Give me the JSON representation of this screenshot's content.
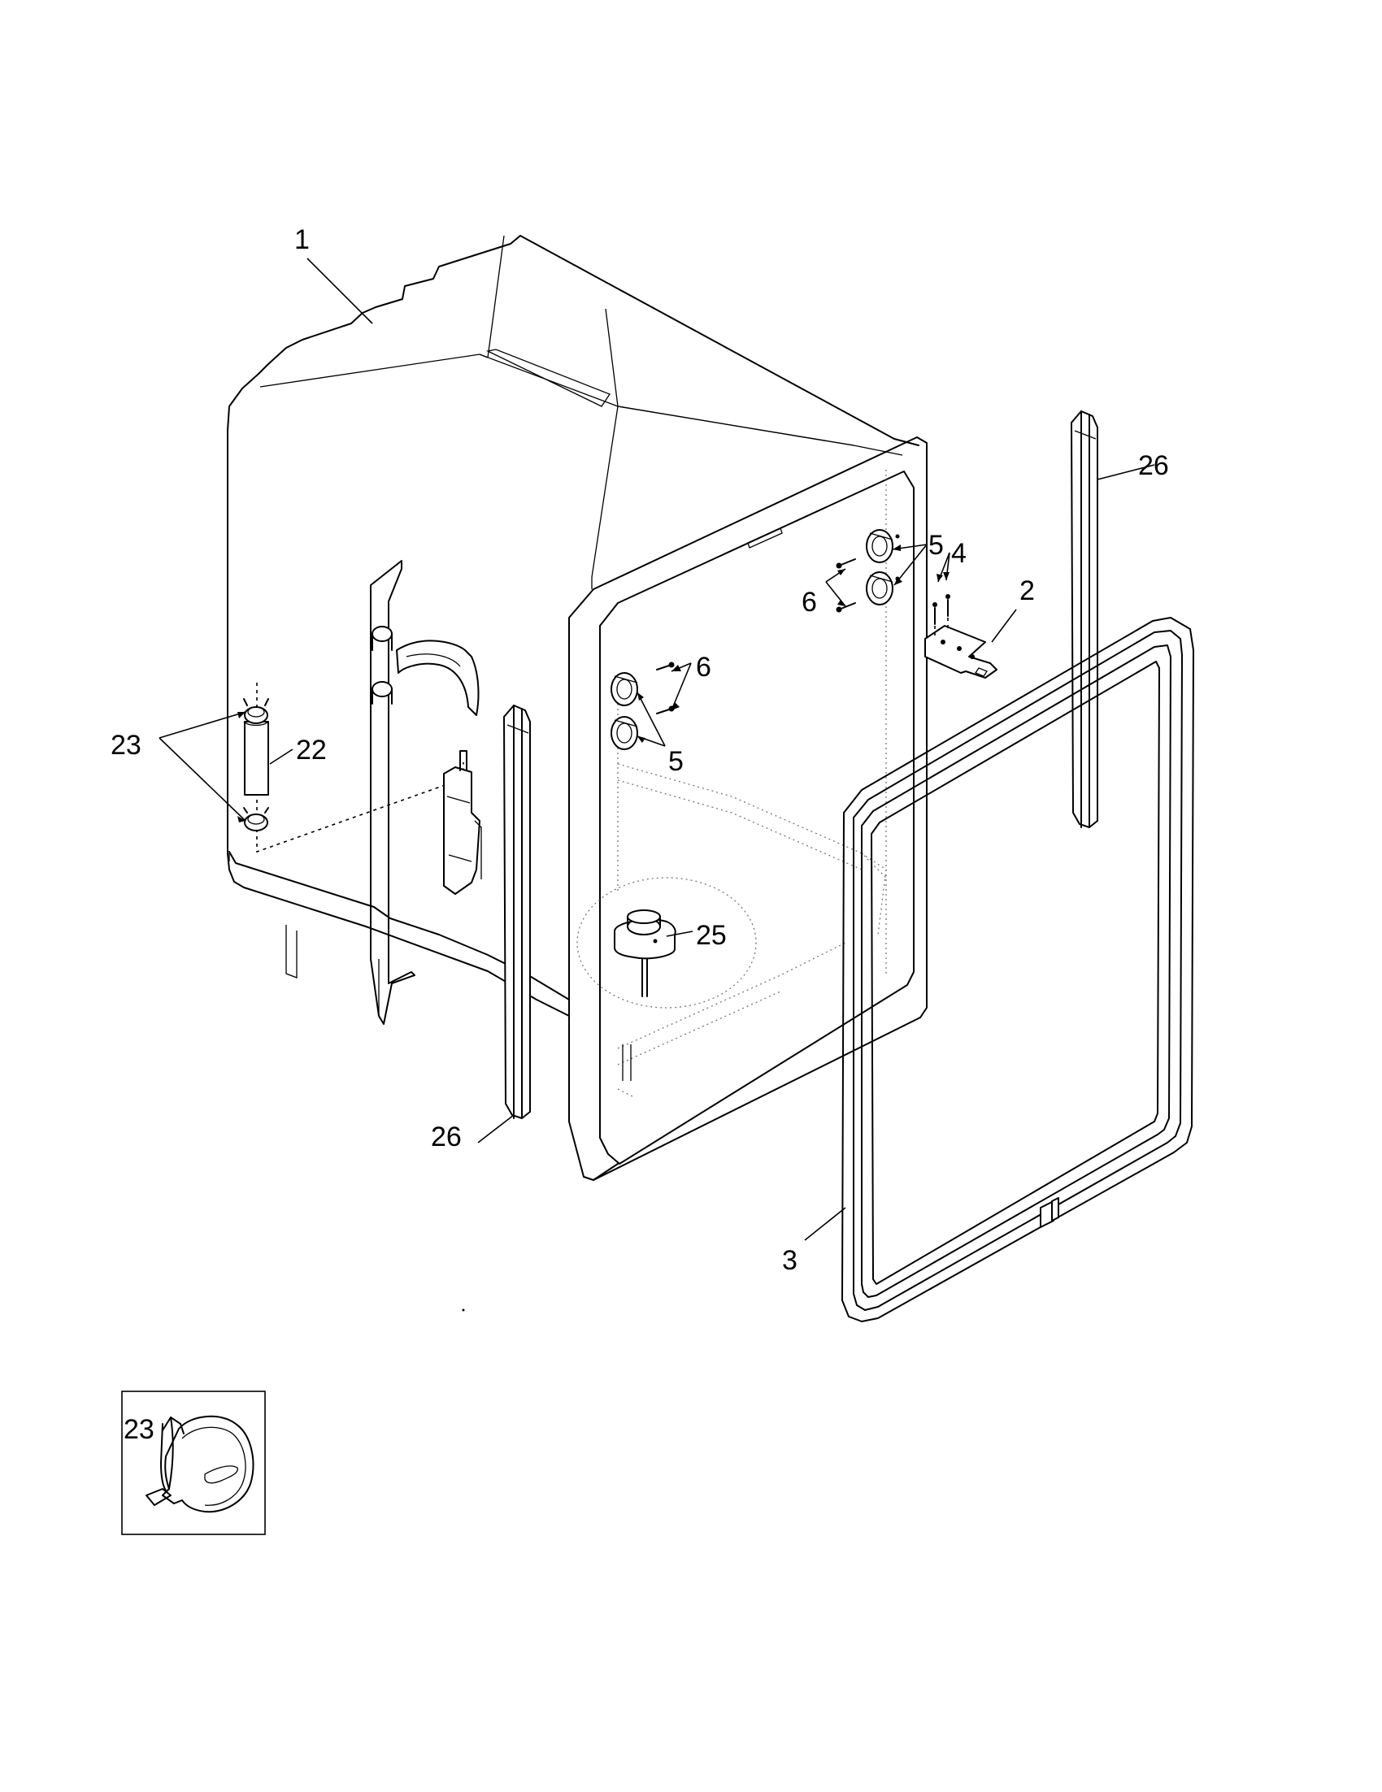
{
  "callouts": {
    "tub": "1",
    "hinge_bracket_top": "2",
    "door_gasket": "3",
    "screw_top": "4",
    "bearing_upper": "5",
    "bearing_lower": "5",
    "screw_upper": "6",
    "screw_lower": "6",
    "clamp_pair": "23",
    "hose_22": "22",
    "float_25": "25",
    "seal_26_right": "26",
    "seal_26_left": "26",
    "inset_clamp": "23"
  },
  "colors": {
    "line": "#000000",
    "background": "#ffffff"
  }
}
